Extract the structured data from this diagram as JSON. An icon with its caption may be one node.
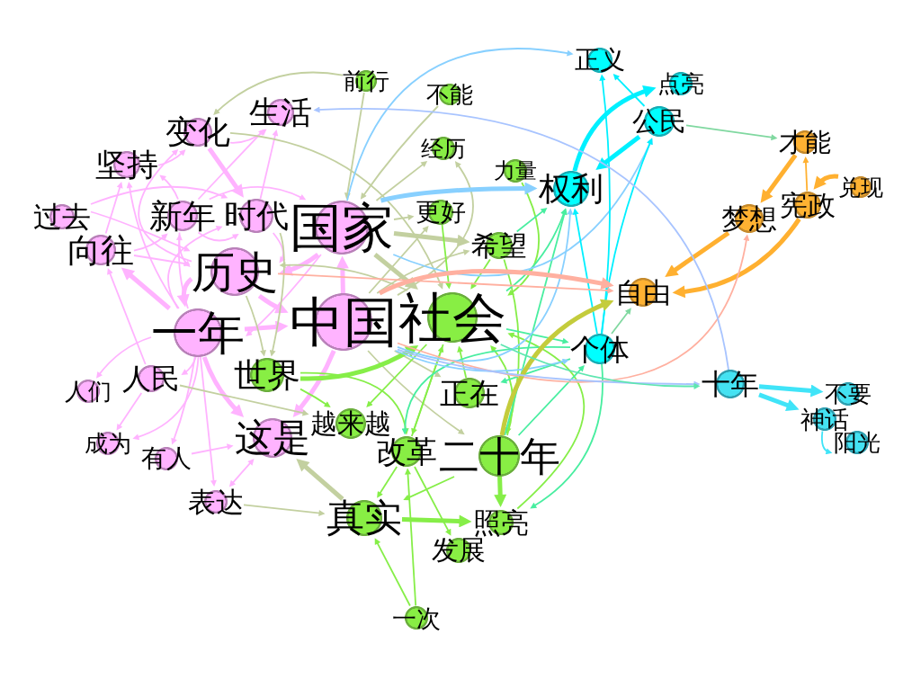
{
  "diagram": {
    "nodes": [
      {
        "text": [
          "正义"
        ]
      },
      {
        "text": [
          "前行"
        ]
      },
      {
        "text": [
          "点亮"
        ]
      },
      {
        "text": [
          "不能"
        ]
      },
      {
        "text": [
          "生活"
        ]
      },
      {
        "text": [
          "公民"
        ]
      },
      {
        "text": [
          "变化"
        ]
      },
      {
        "text": [
          "才能"
        ]
      },
      {
        "text": [
          "经历"
        ]
      },
      {
        "text": [
          "坚持"
        ]
      },
      {
        "text": [
          "力量"
        ]
      },
      {
        "text": [
          "兑现"
        ]
      },
      {
        "text": [
          "权利"
        ]
      },
      {
        "text": [
          "宪政"
        ]
      },
      {
        "text": [
          "更好"
        ]
      },
      {
        "text": [
          "新年"
        ]
      },
      {
        "text": [
          "时代"
        ]
      },
      {
        "text": [
          "过去"
        ]
      },
      {
        "text": [
          "梦想"
        ]
      },
      {
        "text": [
          "国家"
        ]
      },
      {
        "text": [
          "希望"
        ]
      },
      {
        "text": [
          "向往"
        ]
      },
      {
        "text": [
          "历史"
        ]
      },
      {
        "text": [
          "自由"
        ]
      },
      {
        "text": [
          "中国"
        ]
      },
      {
        "text": [
          "社会"
        ]
      },
      {
        "text": [
          "一年"
        ]
      },
      {
        "text": [
          "个体"
        ]
      },
      {
        "text": [
          "世界"
        ]
      },
      {
        "text": [
          "人民"
        ]
      },
      {
        "text": [
          "十年"
        ]
      },
      {
        "text": [
          "人们"
        ]
      },
      {
        "text": [
          "正在"
        ]
      },
      {
        "text": [
          "不要"
        ]
      },
      {
        "text": [
          "神话"
        ]
      },
      {
        "text": [
          "越来越"
        ]
      },
      {
        "text": [
          "阳光"
        ]
      },
      {
        "text": [
          "这是"
        ]
      },
      {
        "text": [
          "成为"
        ]
      },
      {
        "text": [
          "改革"
        ]
      },
      {
        "text": [
          "二十年"
        ]
      },
      {
        "text": [
          "有人"
        ]
      },
      {
        "text": [
          "表达"
        ]
      },
      {
        "text": [
          "真实"
        ]
      },
      {
        "text": [
          "照亮"
        ]
      },
      {
        "text": [
          "发展"
        ]
      },
      {
        "text": [
          "一次"
        ]
      }
    ],
    "edges": [
      {
        "from": 9,
        "to": 6,
        "arrow": "to"
      },
      {
        "from": 6,
        "to": 4,
        "arrow": "to"
      },
      {
        "from": 6,
        "to": 16,
        "arrow": "to",
        "style": "thick"
      },
      {
        "from": 15,
        "to": 4,
        "arrow": "to"
      },
      {
        "from": 16,
        "to": 4,
        "arrow": "to"
      },
      {
        "from": 15,
        "to": 9,
        "arrow": "to"
      },
      {
        "from": 26,
        "to": 9,
        "arrow": "to"
      },
      {
        "from": 21,
        "to": 9,
        "arrow": "to"
      },
      {
        "from": 22,
        "to": 6,
        "arrow": "to"
      },
      {
        "from": 17,
        "to": 16,
        "arrow": "to"
      },
      {
        "from": 17,
        "to": 22,
        "arrow": "to"
      },
      {
        "from": 21,
        "to": 15,
        "arrow": "to"
      },
      {
        "from": 21,
        "to": 22,
        "arrow": "to"
      },
      {
        "from": 26,
        "to": 21,
        "arrow": "to",
        "style": "thick"
      },
      {
        "from": 29,
        "to": 21,
        "arrow": "to"
      },
      {
        "from": 26,
        "to": 31,
        "arrow": "to"
      },
      {
        "from": 29,
        "to": 38,
        "arrow": "to"
      },
      {
        "from": 26,
        "to": 38,
        "arrow": "to"
      },
      {
        "from": 26,
        "to": 41,
        "arrow": "to"
      },
      {
        "from": 26,
        "to": 42,
        "arrow": "to"
      },
      {
        "from": 41,
        "to": 37,
        "arrow": "to"
      },
      {
        "from": 42,
        "to": 37,
        "arrow": "both"
      },
      {
        "from": 26,
        "to": 37,
        "arrow": "to",
        "style": "thick"
      },
      {
        "from": 26,
        "to": 29,
        "arrow": "to"
      },
      {
        "from": 22,
        "to": 26,
        "arrow": "to",
        "style": "thick"
      },
      {
        "from": 26,
        "to": 24,
        "arrow": "to",
        "style": "thick"
      },
      {
        "from": 22,
        "to": 24,
        "arrow": "to",
        "style": "thick"
      },
      {
        "from": 19,
        "to": 26,
        "arrow": "to"
      },
      {
        "from": 15,
        "to": 16,
        "arrow": "to"
      },
      {
        "from": 15,
        "to": 22,
        "arrow": "to"
      },
      {
        "from": 16,
        "to": 22,
        "arrow": "to"
      },
      {
        "from": 19,
        "to": 22,
        "arrow": "to",
        "style": "thick"
      },
      {
        "from": 24,
        "to": 19,
        "arrow": "to",
        "style": "thick"
      },
      {
        "from": 26,
        "to": 16,
        "arrow": "to"
      },
      {
        "from": 24,
        "to": 37,
        "arrow": "to",
        "style": "thick"
      },
      {
        "from": 15,
        "to": 19,
        "arrow": "to"
      },
      {
        "from": 26,
        "to": 15,
        "arrow": "to"
      },
      {
        "from": 1,
        "to": 6,
        "arrow": "to",
        "color": "#c3d0a0"
      },
      {
        "from": 1,
        "to": 19,
        "arrow": "to",
        "color": "#c3d0a0"
      },
      {
        "from": 3,
        "to": 19,
        "arrow": "to",
        "color": "#c3d0a0"
      },
      {
        "from": 19,
        "to": 8,
        "arrow": "to",
        "color": "#c3d0a0"
      },
      {
        "from": 24,
        "to": 8,
        "arrow": "to",
        "color": "#c3d0a0"
      },
      {
        "from": 24,
        "to": 14,
        "arrow": "to",
        "color": "#c3d0a0"
      },
      {
        "from": 19,
        "to": 20,
        "arrow": "to",
        "color": "#c3d0a0",
        "style": "thick"
      },
      {
        "from": 19,
        "to": 25,
        "arrow": "to",
        "color": "#c3d0a0",
        "style": "thick"
      },
      {
        "from": 25,
        "to": 22,
        "arrow": "to",
        "color": "#c3d0a0"
      },
      {
        "from": 6,
        "to": 25,
        "arrow": "to",
        "color": "#c3d0a0"
      },
      {
        "from": 42,
        "to": 43,
        "arrow": "to",
        "color": "#c3d0a0"
      },
      {
        "from": 29,
        "to": 35,
        "arrow": "to",
        "color": "#c3d0a0"
      },
      {
        "from": 43,
        "to": 37,
        "arrow": "to",
        "color": "#c3d0a0",
        "style": "thick"
      },
      {
        "from": 24,
        "to": 40,
        "arrow": "to",
        "color": "#c3d0a0"
      },
      {
        "from": 24,
        "to": 32,
        "arrow": "to",
        "color": "#c3d0a0"
      },
      {
        "from": 22,
        "to": 28,
        "arrow": "to",
        "color": "#c3d0a0"
      },
      {
        "from": 16,
        "to": 28,
        "arrow": "to",
        "color": "#c3d0a0"
      },
      {
        "from": 24,
        "to": 20,
        "arrow": "to",
        "color": "#c3d0a0"
      },
      {
        "from": 19,
        "to": 14,
        "arrow": "to",
        "color": "#c3d0a0"
      },
      {
        "from": 28,
        "to": 25,
        "arrow": "to",
        "color": "#86ee48",
        "style": "thick"
      },
      {
        "from": 25,
        "to": 35,
        "arrow": "to",
        "color": "#86ee48"
      },
      {
        "from": 28,
        "to": 35,
        "arrow": "to",
        "color": "#86ee48"
      },
      {
        "from": 40,
        "to": 25,
        "arrow": "to",
        "color": "#86ee48"
      },
      {
        "from": 39,
        "to": 25,
        "arrow": "to",
        "color": "#86ee48"
      },
      {
        "from": 32,
        "to": 25,
        "arrow": "to",
        "color": "#86ee48"
      },
      {
        "from": 44,
        "to": 25,
        "arrow": "to",
        "color": "#86ee48"
      },
      {
        "from": 46,
        "to": 39,
        "arrow": "to",
        "color": "#86ee48"
      },
      {
        "from": 46,
        "to": 43,
        "arrow": "to",
        "color": "#86ee48"
      },
      {
        "from": 20,
        "to": 25,
        "arrow": "to",
        "color": "#86ee48"
      },
      {
        "from": 14,
        "to": 25,
        "arrow": "to",
        "color": "#86ee48"
      },
      {
        "from": 10,
        "to": 25,
        "arrow": "to",
        "color": "#86ee48"
      },
      {
        "from": 39,
        "to": 43,
        "arrow": "to",
        "color": "#86ee48"
      },
      {
        "from": 40,
        "to": 43,
        "arrow": "to",
        "color": "#86ee48"
      },
      {
        "from": 43,
        "to": 44,
        "arrow": "to",
        "color": "#86ee48",
        "style": "thick"
      },
      {
        "from": 40,
        "to": 44,
        "arrow": "to",
        "color": "#86ee48",
        "style": "thick"
      },
      {
        "from": 39,
        "to": 45,
        "arrow": "to",
        "color": "#86ee48"
      },
      {
        "from": 20,
        "to": 40,
        "arrow": "to",
        "color": "#86ee48"
      },
      {
        "from": 25,
        "to": 39,
        "arrow": "to",
        "color": "#86ee48"
      },
      {
        "from": 28,
        "to": 39,
        "arrow": "to",
        "color": "#86ee48"
      },
      {
        "from": 25,
        "to": 12,
        "arrow": "to",
        "color": "#48eea0"
      },
      {
        "from": 20,
        "to": 12,
        "arrow": "to",
        "color": "#48eea0"
      },
      {
        "from": 40,
        "to": 12,
        "arrow": "to",
        "color": "#48eea0"
      },
      {
        "from": 27,
        "to": 44,
        "arrow": "to",
        "color": "#48eea0"
      },
      {
        "from": 27,
        "to": 32,
        "arrow": "to",
        "color": "#48eea0"
      },
      {
        "from": 27,
        "to": 39,
        "arrow": "to",
        "color": "#48eea0"
      },
      {
        "from": 25,
        "to": 27,
        "arrow": "to",
        "color": "#48eea0"
      },
      {
        "from": 40,
        "to": 27,
        "arrow": "to",
        "color": "#48eea0"
      },
      {
        "from": 19,
        "to": 12,
        "arrow": "to",
        "color": "#88d0ff",
        "style": "thick"
      },
      {
        "from": 24,
        "to": 12,
        "arrow": "to",
        "color": "#88d0ff"
      },
      {
        "from": 19,
        "to": 0,
        "arrow": "to",
        "color": "#88d0ff"
      },
      {
        "from": 19,
        "to": 5,
        "arrow": "to",
        "color": "#88d0ff"
      },
      {
        "from": 24,
        "to": 27,
        "arrow": "to",
        "color": "#88d0ff"
      },
      {
        "from": 27,
        "to": 0,
        "arrow": "to",
        "color": "#00f0ff"
      },
      {
        "from": 27,
        "to": 5,
        "arrow": "to",
        "color": "#00f0ff"
      },
      {
        "from": 27,
        "to": 12,
        "arrow": "to",
        "color": "#00f0ff"
      },
      {
        "from": 5,
        "to": 12,
        "arrow": "to",
        "color": "#00f0ff",
        "style": "thick"
      },
      {
        "from": 12,
        "to": 2,
        "arrow": "to",
        "color": "#00f0ff",
        "style": "thick"
      },
      {
        "from": 5,
        "to": 0,
        "arrow": "to",
        "color": "#00f0ff"
      },
      {
        "from": 7,
        "to": 18,
        "arrow": "to",
        "color": "#ffb030",
        "style": "thick"
      },
      {
        "from": 13,
        "to": 7,
        "arrow": "to",
        "color": "#ffb030"
      },
      {
        "from": 11,
        "to": 13,
        "arrow": "to",
        "color": "#ffb030",
        "style": "thick"
      },
      {
        "from": 13,
        "to": 23,
        "arrow": "to",
        "color": "#ffb030",
        "style": "thick"
      },
      {
        "from": 18,
        "to": 23,
        "arrow": "to",
        "color": "#ffb030",
        "style": "thick"
      },
      {
        "from": 24,
        "to": 18,
        "arrow": "to",
        "color": "#ffb0a0"
      },
      {
        "from": 24,
        "to": 23,
        "arrow": "to",
        "color": "#ffb0a0",
        "style": "thick"
      },
      {
        "from": 22,
        "to": 23,
        "arrow": "to",
        "color": "#ffb0a0"
      },
      {
        "from": 40,
        "to": 23,
        "arrow": "to",
        "color": "#c4cc3c",
        "style": "thick"
      },
      {
        "from": 5,
        "to": 7,
        "arrow": "to",
        "color": "#80d8a0"
      },
      {
        "from": 27,
        "to": 23,
        "arrow": "to",
        "color": "#80d8a0"
      },
      {
        "from": 30,
        "to": 4,
        "arrow": "to",
        "color": "#a8c4ff"
      },
      {
        "from": 24,
        "to": 30,
        "arrow": "to",
        "color": "#a8c4ff"
      },
      {
        "from": 25,
        "to": 30,
        "arrow": "to",
        "color": "#5ee6b0"
      },
      {
        "from": 30,
        "to": 33,
        "arrow": "to",
        "color": "#40e4f8",
        "style": "thick"
      },
      {
        "from": 30,
        "to": 34,
        "arrow": "to",
        "color": "#40e4f8",
        "style": "thick"
      },
      {
        "from": 34,
        "to": 36,
        "arrow": "to",
        "color": "#40e4f8"
      }
    ]
  }
}
